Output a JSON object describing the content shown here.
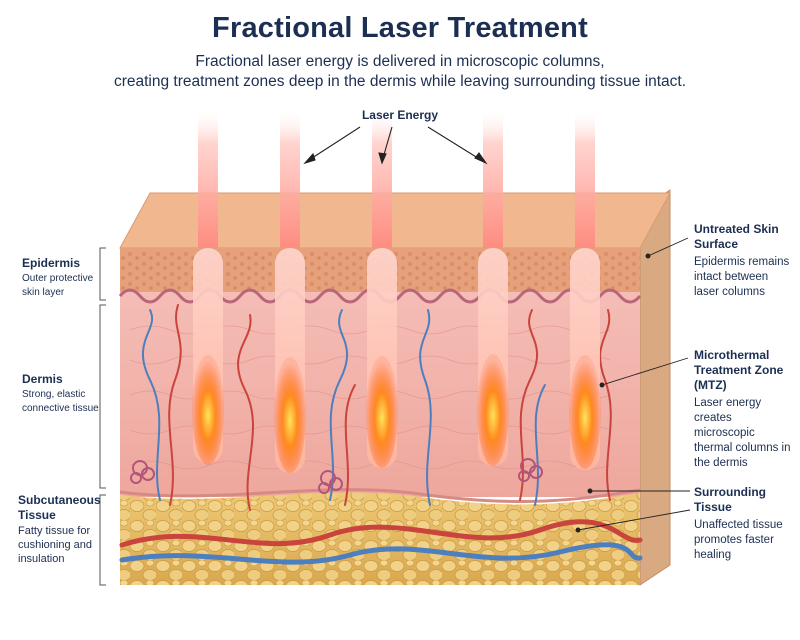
{
  "header": {
    "title": "Fractional Laser Treatment",
    "subtitle_line1": "Fractional laser energy is delivered in microscopic columns,",
    "subtitle_line2": "creating treatment zones deep in the dermis while leaving surrounding tissue intact."
  },
  "labels": {
    "laser_energy": "Laser Energy",
    "epidermis": {
      "title": "Epidermis",
      "desc": "Outer protective skin layer"
    },
    "dermis": {
      "title": "Dermis",
      "desc": "Strong, elastic connective tissue"
    },
    "subcutaneous": {
      "title": "Subcutaneous Tissue",
      "desc": "Fatty tissue for cushioning and insulation"
    },
    "untreated": {
      "title": "Untreated Skin Surface",
      "desc": "Epidermis remains intact between laser columns"
    },
    "mtz": {
      "title": "Microthermal Treatment Zone (MTZ)",
      "desc": "Laser energy creates microscopic thermal columns in the dermis"
    },
    "surrounding": {
      "title": "Surrounding Tissue",
      "desc": "Unaffected tissue promotes faster healing"
    }
  },
  "colors": {
    "text": "#1c2f52",
    "skin_surface": "#f1b78e",
    "epidermis": "#e7a17a",
    "dermis": "#f3b4ad",
    "fat": "#e6bd68",
    "laser_core": "#ff7a1a",
    "artery": "#c9443d",
    "vein": "#4d7fbe"
  }
}
